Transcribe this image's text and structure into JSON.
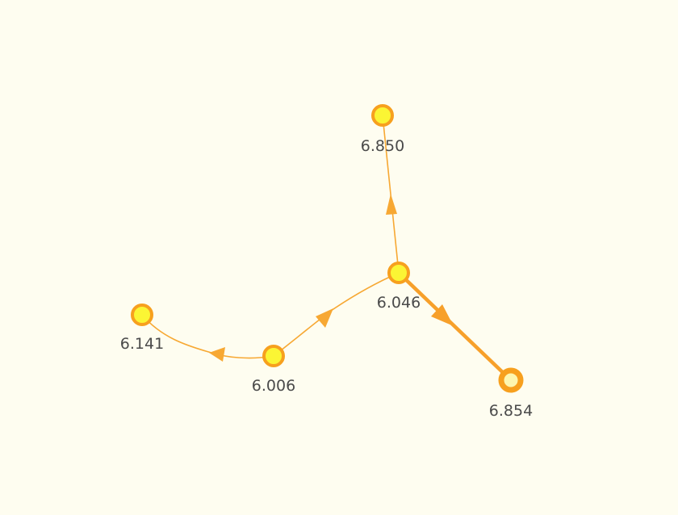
{
  "graph": {
    "colors": {
      "background": "#fefdf0",
      "edge": "#f7a833",
      "edge_bold": "#f7a02a",
      "node_stroke": "#f7a01e",
      "node_fill": "#fbf534",
      "node_fill_hollow": "#fdf6b0",
      "label": "#4a4a4a"
    },
    "nodes": [
      {
        "id": "n6141",
        "label": "6.141"
      },
      {
        "id": "n6006",
        "label": "6.006"
      },
      {
        "id": "n6046",
        "label": "6.046"
      },
      {
        "id": "n6850",
        "label": "6.850"
      },
      {
        "id": "n6854",
        "label": "6.854"
      }
    ],
    "edges": [
      {
        "from": "n6006",
        "to": "n6141",
        "weight": "light"
      },
      {
        "from": "n6006",
        "to": "n6046",
        "weight": "light"
      },
      {
        "from": "n6046",
        "to": "n6850",
        "weight": "light"
      },
      {
        "from": "n6046",
        "to": "n6854",
        "weight": "heavy"
      }
    ]
  }
}
